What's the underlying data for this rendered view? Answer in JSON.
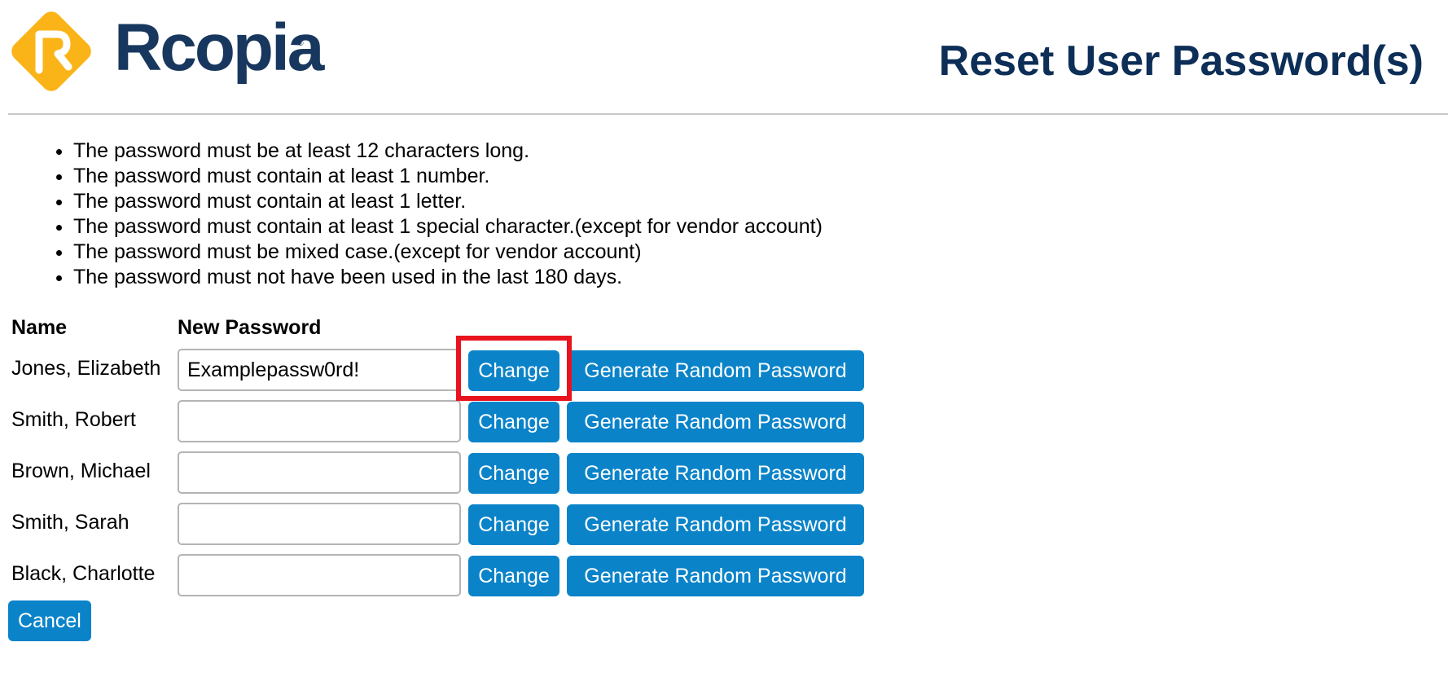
{
  "logo": {
    "text": "Rcopia",
    "trademark": "®",
    "icon": "rcopia-diamond-logo-icon",
    "icon_color": "#fbb417"
  },
  "header": {
    "title": "Reset User Password(s)"
  },
  "rules": [
    "The password must be at least 12 characters long.",
    "The password must contain at least 1 number.",
    "The password must contain at least 1 letter.",
    "The password must contain at least 1 special character.(except for vendor account)",
    "The password must be mixed case.(except for vendor account)",
    "The password must not have been used in the last 180 days."
  ],
  "table": {
    "headers": {
      "name": "Name",
      "new_password": "New Password"
    },
    "change_label": "Change",
    "generate_label": "Generate Random Password",
    "rows": [
      {
        "name": "Jones, Elizabeth",
        "password": "Examplepassw0rd!"
      },
      {
        "name": "Smith, Robert",
        "password": ""
      },
      {
        "name": "Brown, Michael",
        "password": ""
      },
      {
        "name": "Smith, Sarah",
        "password": ""
      },
      {
        "name": "Black, Charlotte",
        "password": ""
      }
    ]
  },
  "footer": {
    "cancel_label": "Cancel"
  },
  "colors": {
    "title": "#0d2e57",
    "logo_text": "#17375e",
    "button": "#0a83c9",
    "highlight": "#e8131f"
  }
}
